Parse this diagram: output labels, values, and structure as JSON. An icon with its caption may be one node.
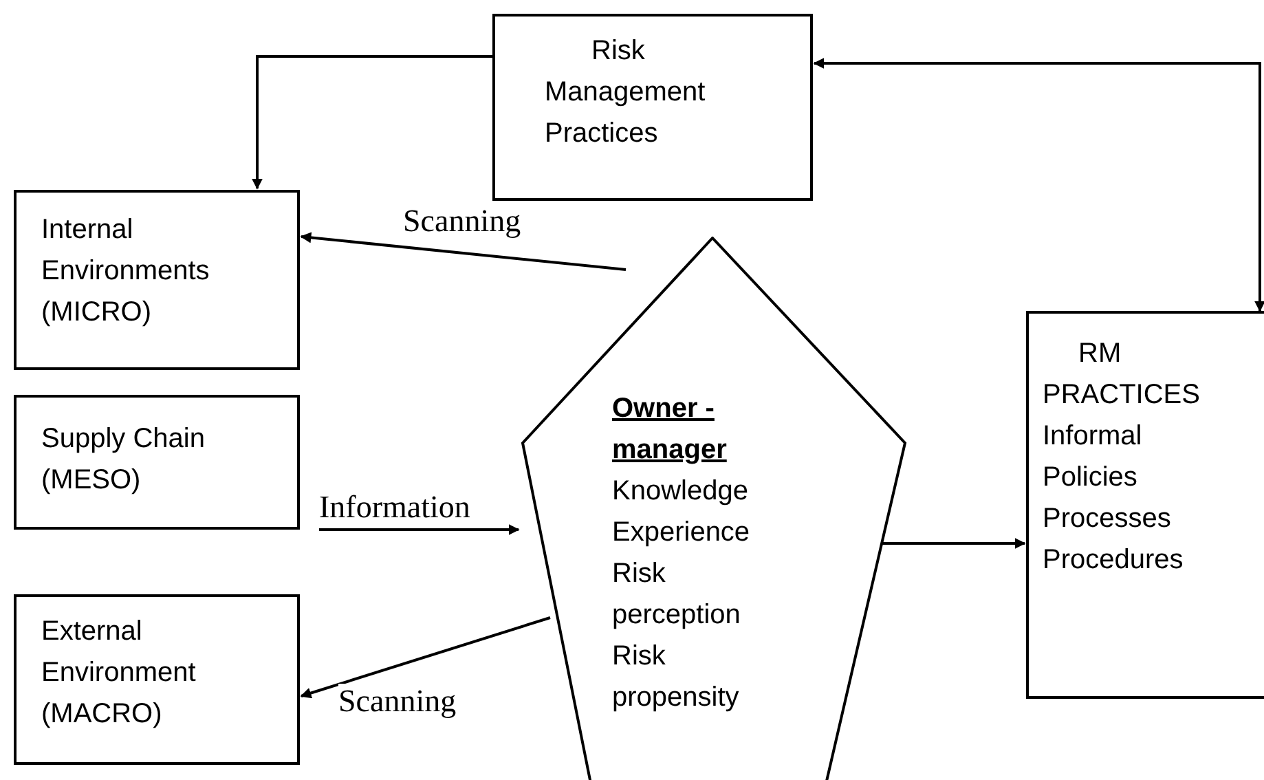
{
  "diagram": {
    "nodes": [
      {
        "text": [
          "Risk Management Practices"
        ]
      },
      {
        "text": [
          "Internal Environments (MICRO)"
        ]
      },
      {
        "text": [
          "Supply Chain (MESO)"
        ]
      },
      {
        "text": [
          "External Environment (MACRO)"
        ]
      },
      {
        "text": [
          "Owner - manager",
          "Knowledge",
          "Experience",
          "Risk perception",
          "Risk propensity"
        ]
      },
      {
        "text": [
          "RM PRACTICES",
          "Informal",
          "Policies",
          "Processes",
          "Procedures"
        ]
      }
    ],
    "edges": [
      {
        "from": 0,
        "to": 1,
        "arrow": "to"
      },
      {
        "from": 5,
        "to": 0,
        "arrow": "both"
      },
      {
        "from": 4,
        "to": 1,
        "arrow": "to",
        "label": "Scanning"
      },
      {
        "from": 2,
        "to": 4,
        "arrow": "to",
        "label": "Information"
      },
      {
        "from": 4,
        "to": 3,
        "arrow": "to",
        "label": "Scanning"
      },
      {
        "from": 4,
        "to": 5,
        "arrow": "to"
      }
    ]
  }
}
